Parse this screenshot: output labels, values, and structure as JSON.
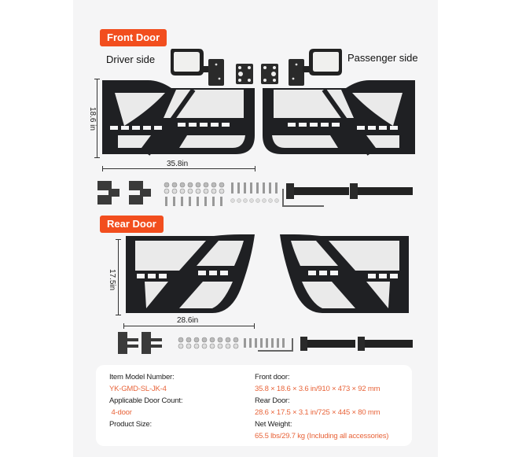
{
  "front_door": {
    "badge": "Front Door",
    "driver_label": "Driver side",
    "passenger_label": "Passenger side",
    "height_dim": "18.6 in",
    "width_dim": "35.8in"
  },
  "rear_door": {
    "badge": "Rear Door",
    "height_dim": "17.5in",
    "width_dim": "28.6in"
  },
  "specs": {
    "left": [
      {
        "label": "Item Model Number:",
        "value": "YK-GMD-SL-JK-4"
      },
      {
        "label": "Applicable Door Count:",
        "value": " 4-door"
      },
      {
        "label": "Product Size:",
        "value": ""
      }
    ],
    "right": [
      {
        "label": "Front door:",
        "value": "35.8 × 18.6 × 3.6 in/910 × 473 × 92 mm"
      },
      {
        "label": "Rear Door:",
        "value": "28.6 × 17.5 × 3.1 in/725 × 445 × 80 mm"
      },
      {
        "label": "Net Weight:",
        "value": "65.5 lbs/29.7 kg (Including all accessories)"
      }
    ]
  },
  "colors": {
    "accent": "#f24e1e",
    "spec_value": "#e8643a",
    "panel_bg": "#f5f5f6",
    "door_black": "#1f2023"
  }
}
